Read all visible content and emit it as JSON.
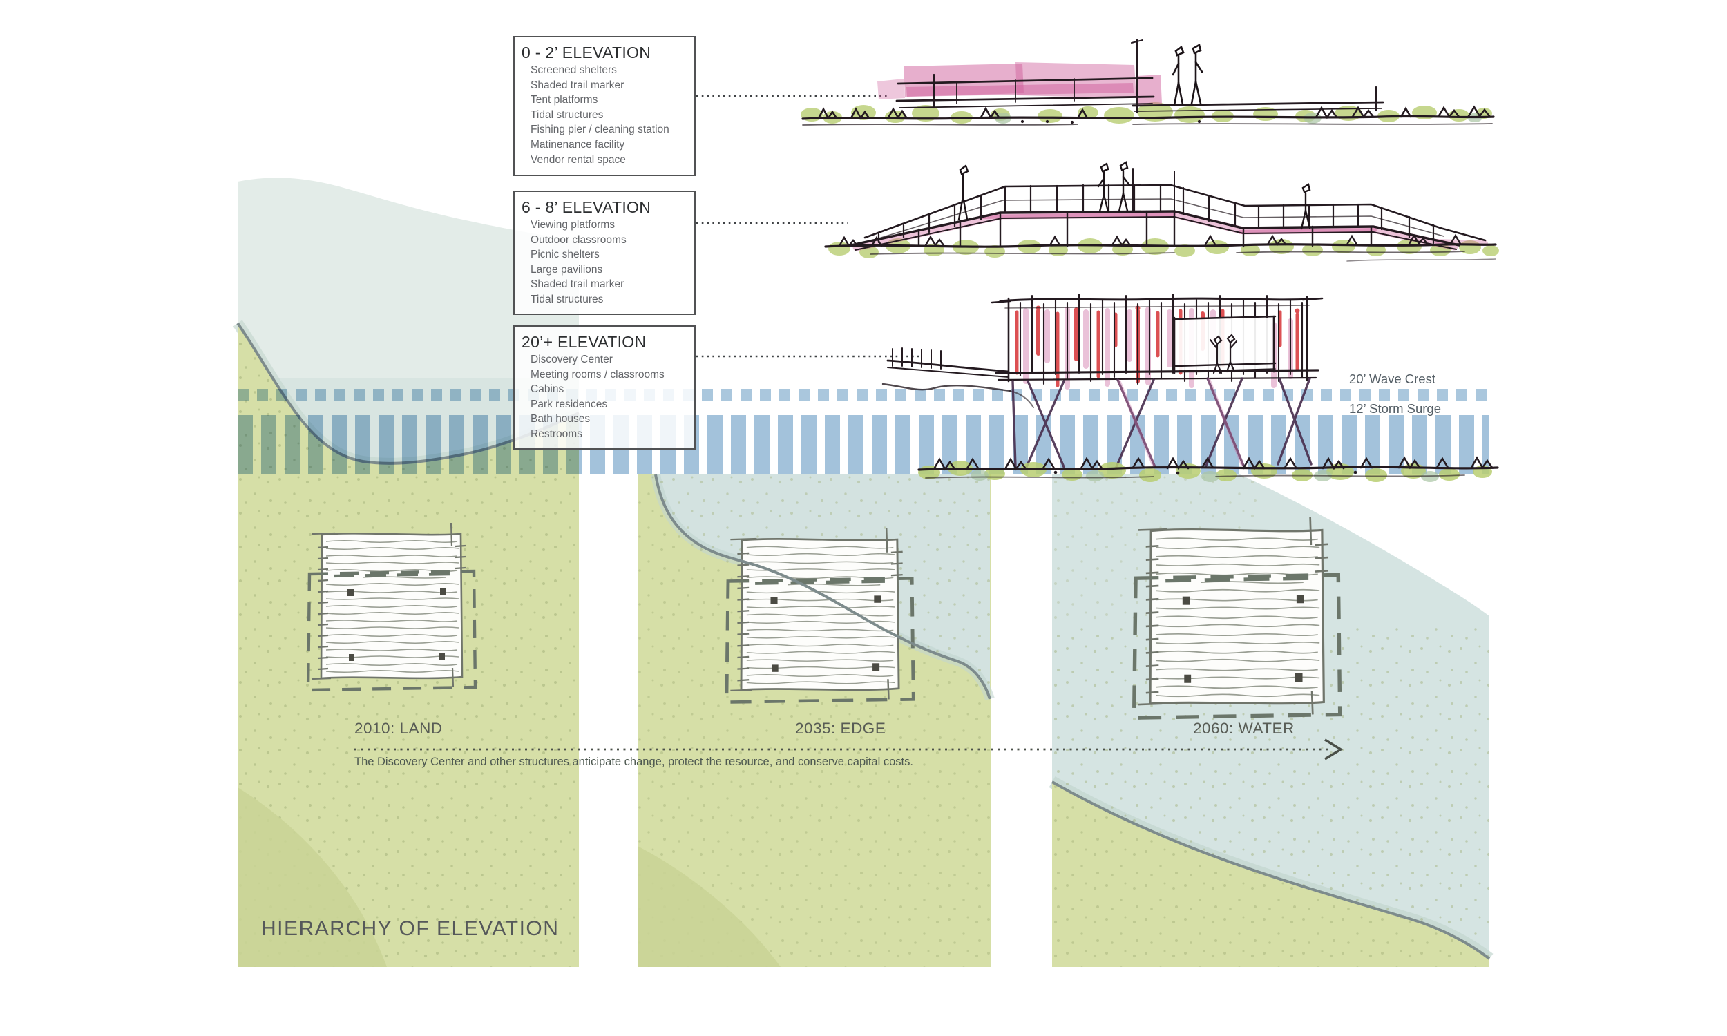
{
  "diagram_title": "HIERARCHY OF ELEVATION",
  "elevation_boxes": [
    {
      "title": "0 - 2’ ELEVATION",
      "items": [
        "Screened shelters",
        "Shaded trail marker",
        "Tent platforms",
        "Tidal structures",
        "Fishing pier / cleaning station",
        "Matinenance facility",
        "Vendor rental space"
      ]
    },
    {
      "title": "6 - 8’ ELEVATION",
      "items": [
        "Viewing platforms",
        "Outdoor classrooms",
        "Picnic shelters",
        "Large pavilions",
        "Shaded trail marker",
        "Tidal structures"
      ]
    },
    {
      "title": "20’+ ELEVATION",
      "items": [
        "Discovery Center",
        "Meeting rooms / classrooms",
        "Cabins",
        "Park residences",
        "Bath houses",
        "Restrooms"
      ]
    }
  ],
  "water_levels": {
    "wave_crest_label": "20’ Wave Crest",
    "storm_surge_label": "12’ Storm Surge"
  },
  "timeline": {
    "stages": [
      {
        "label": "2010: LAND"
      },
      {
        "label": "2035: EDGE"
      },
      {
        "label": "2060: WATER"
      }
    ],
    "caption": "The Discovery Center and other structures anticipate change, protect the resource, and conserve capital costs."
  },
  "colors": {
    "land_green": "#d6dfa7",
    "water_teal": "#d3e2e0",
    "water_pale": "#e3ece8",
    "storm_surge_blue": "#9bbdd8",
    "wave_crest_blue": "#a3c2da",
    "sketch_ink": "#241a20",
    "sketch_pink": "#cf5f9b",
    "sketch_red": "#d8383c",
    "vegetation_green": "#b9ce72",
    "terrain_line_gray": "#7d8b8c"
  }
}
